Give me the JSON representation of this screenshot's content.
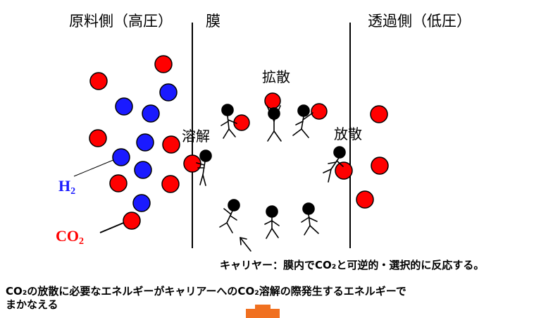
{
  "headers": {
    "feed_side": "原料側（高圧）",
    "membrane": "膜",
    "permeate_side": "透過側（低圧）"
  },
  "process_labels": {
    "dissolution": "溶解",
    "diffusion": "拡散",
    "release": "放散"
  },
  "species": {
    "h2": {
      "base": "H",
      "sub": "2",
      "color": "#1a1aff"
    },
    "co2": {
      "base": "CO",
      "sub": "2",
      "color": "#ff0000"
    }
  },
  "carrier_note": "キャリヤー：膜内でCO₂と可逆的・選択的に反応する。",
  "bottom_note_line1": "CO₂の放散に必要なエネルギーがキャリアーへのCO₂溶解の際発生するエネルギーで",
  "bottom_note_line2": "まかなえる",
  "colors": {
    "co2_molecule": "#ff0000",
    "h2_molecule": "#1a1aff",
    "carrier": "#000000",
    "shape_accent": "#f07020"
  }
}
